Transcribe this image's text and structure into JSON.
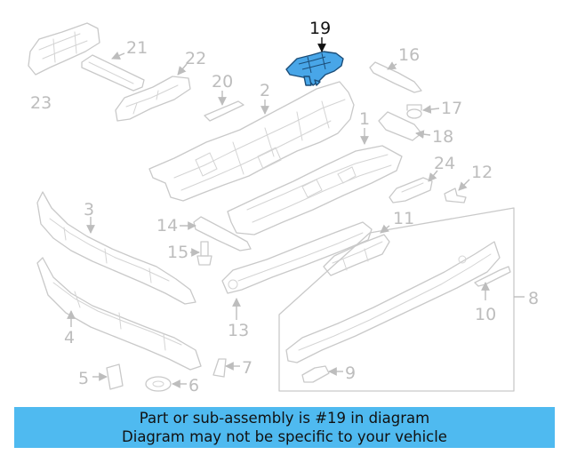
{
  "diagram": {
    "highlighted_part": "19",
    "labels": [
      "1",
      "2",
      "3",
      "4",
      "5",
      "6",
      "7",
      "8",
      "9",
      "10",
      "11",
      "12",
      "13",
      "14",
      "15",
      "16",
      "17",
      "18",
      "19",
      "20",
      "21",
      "22",
      "23",
      "24"
    ],
    "colors": {
      "highlight_fill": "#48a6e8",
      "highlight_stroke": "#1b4d78",
      "line_gray": "#c9c9c9",
      "banner": "#4fbaf0"
    }
  },
  "banner": {
    "line1": "Part or sub-assembly is #19 in diagram",
    "line2": "Diagram may not be specific to your vehicle"
  }
}
